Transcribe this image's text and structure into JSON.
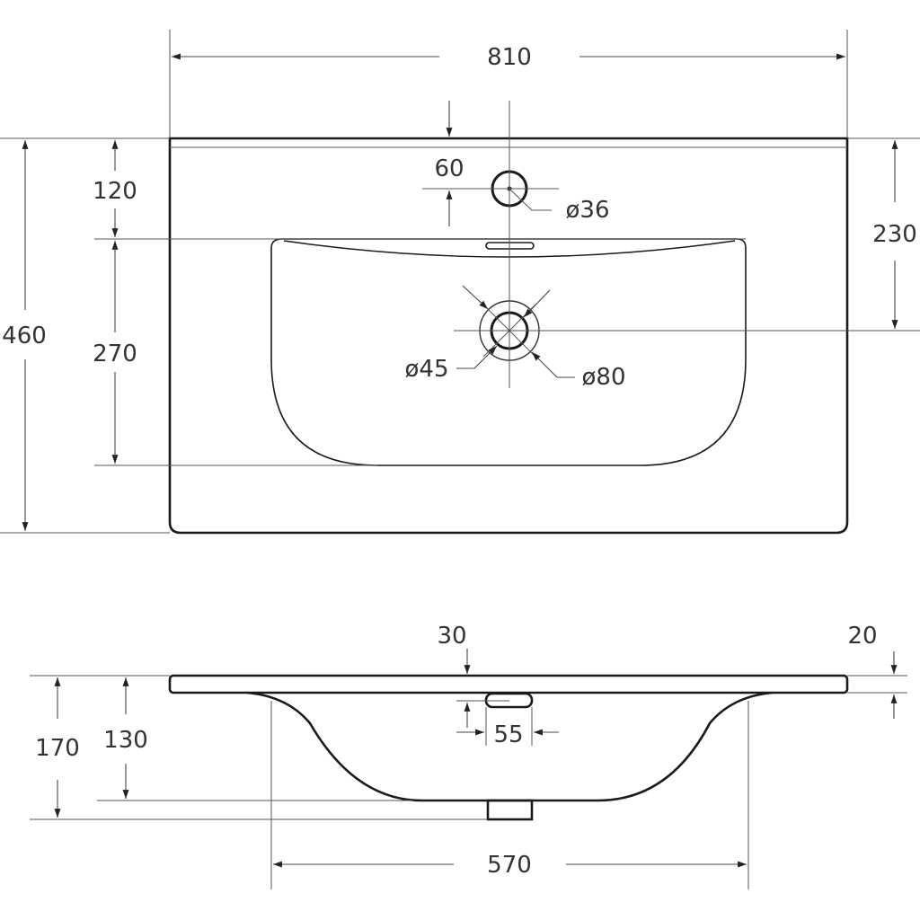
{
  "top_view": {
    "overall_width": "810",
    "overall_depth": "460",
    "back_to_bowl": "120",
    "bowl_depth": "270",
    "back_to_drain": "230",
    "tap_hole_offset": "60",
    "tap_hole_diameter": "ø36",
    "drain_diameter": "ø45",
    "drain_outer_diameter": "ø80"
  },
  "side_view": {
    "slab_thickness_label": "30",
    "edge_label": "20",
    "total_height": "170",
    "bowl_height": "130",
    "overflow_width": "55",
    "bowl_width": "570"
  }
}
